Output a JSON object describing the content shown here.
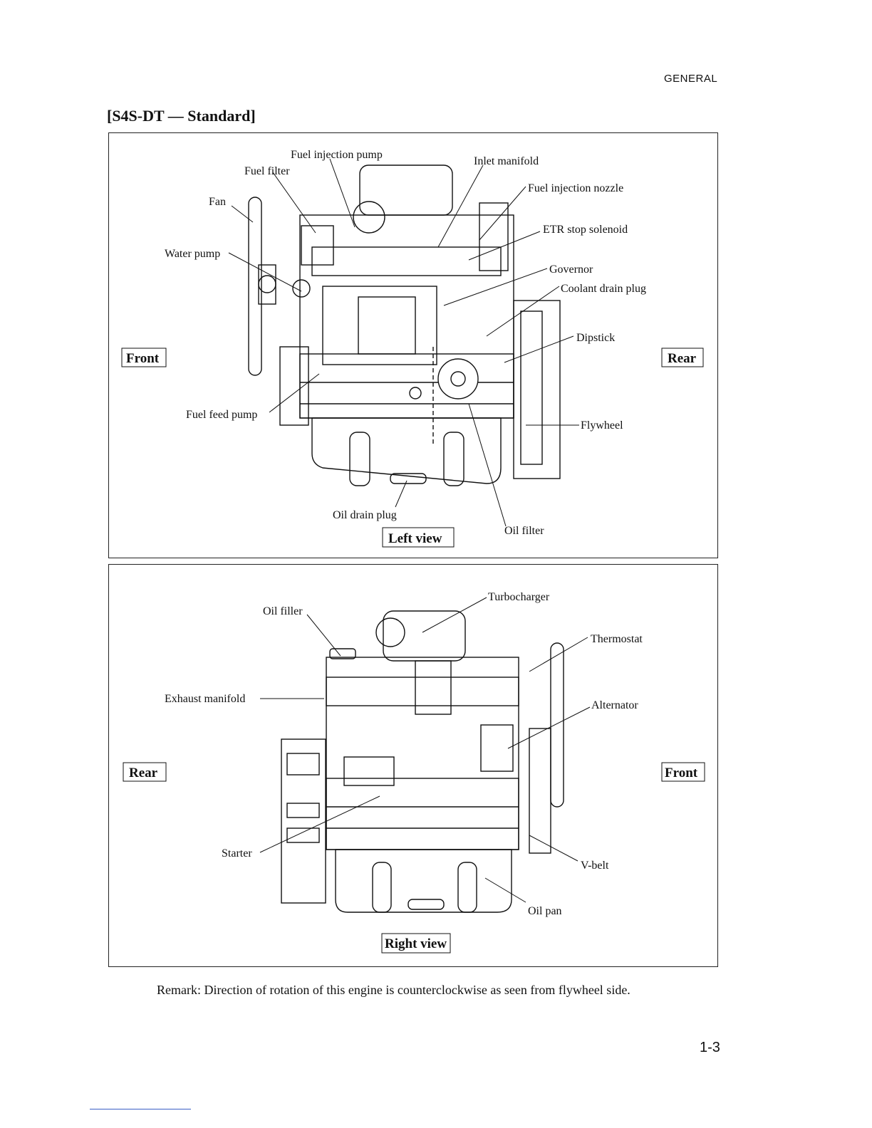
{
  "header": {
    "section": "GENERAL",
    "title": "[S4S-DT — Standard]"
  },
  "left_view": {
    "caption": "Left view",
    "orientation": {
      "left": "Front",
      "right": "Rear"
    },
    "labels": {
      "fuel_injection_pump": "Fuel injection pump",
      "fuel_filter": "Fuel filter",
      "inlet_manifold": "Inlet manifold",
      "fuel_injection_nozzle": "Fuel injection nozzle",
      "fan": "Fan",
      "etr_stop_solenoid": "ETR stop solenoid",
      "water_pump": "Water pump",
      "governor": "Governor",
      "coolant_drain_plug": "Coolant drain plug",
      "dipstick": "Dipstick",
      "fuel_feed_pump": "Fuel feed pump",
      "flywheel": "Flywheel",
      "oil_drain_plug": "Oil drain plug",
      "oil_filter": "Oil filter"
    }
  },
  "right_view": {
    "caption": "Right view",
    "orientation": {
      "left": "Rear",
      "right": "Front"
    },
    "labels": {
      "turbocharger": "Turbocharger",
      "oil_filler": "Oil filler",
      "thermostat": "Thermostat",
      "exhaust_manifold": "Exhaust manifold",
      "alternator": "Alternator",
      "starter": "Starter",
      "v_belt": "V-belt",
      "oil_pan": "Oil pan"
    }
  },
  "remark": "Remark: Direction of rotation of this engine is counterclockwise as seen from flywheel side.",
  "page_number": "1-3"
}
